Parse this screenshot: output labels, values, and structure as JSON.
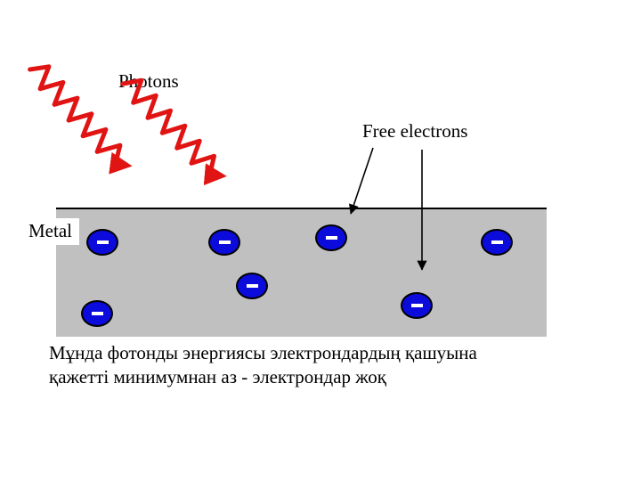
{
  "slide": {
    "photons_label": "Photons",
    "free_electrons_label": "Free electrons",
    "metal_label": "Metal",
    "electron_symbol": "-",
    "electron_count": 7,
    "caption_lines": [
      "Мұнда фотонды энергиясы электрондардың қашуына",
      "қажетті минимумнан аз - электрондар жоқ"
    ]
  },
  "colors": {
    "photon_red": "#e11414",
    "metal_gray": "#c0c0c0",
    "electron_blue": "#0b0bdc",
    "ink": "#000000",
    "background": "#ffffff"
  }
}
